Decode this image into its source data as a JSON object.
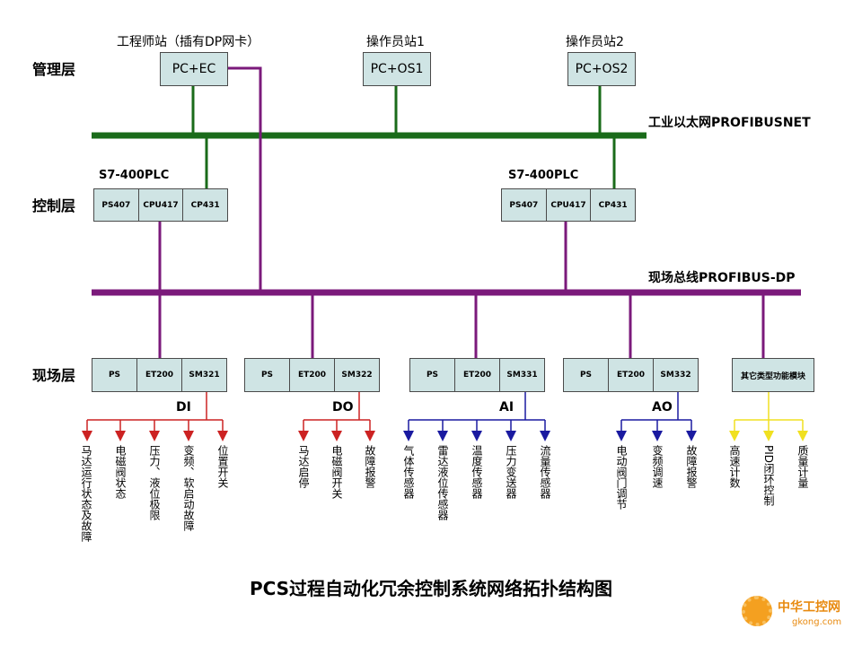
{
  "layers": {
    "mgmt": "管理层",
    "ctrl": "控制层",
    "field": "现场层"
  },
  "stations": [
    {
      "title": "工程师站（插有DP网卡）",
      "box": "PC+EC"
    },
    {
      "title": "操作员站1",
      "box": "PC+OS1"
    },
    {
      "title": "操作员站2",
      "box": "PC+OS2"
    }
  ],
  "networks": {
    "ethernet": "工业以太网PROFIBUSNET",
    "fieldbus": "现场总线PROFIBUS-DP"
  },
  "plcs": [
    {
      "title": "S7-400PLC",
      "modules": [
        "PS407",
        "CPU417",
        "CP431"
      ]
    },
    {
      "title": "S7-400PLC",
      "modules": [
        "PS407",
        "CPU417",
        "CP431"
      ]
    }
  ],
  "field_racks": [
    {
      "modules": [
        "PS",
        "ET200",
        "SM321"
      ],
      "group": "DI"
    },
    {
      "modules": [
        "PS",
        "ET200",
        "SM322"
      ],
      "group": "DO"
    },
    {
      "modules": [
        "PS",
        "ET200",
        "SM331"
      ],
      "group": "AI"
    },
    {
      "modules": [
        "PS",
        "ET200",
        "SM332"
      ],
      "group": "AO"
    },
    {
      "modules": [
        "其它类型功能模块"
      ],
      "group": ""
    }
  ],
  "signals": {
    "DI": [
      "马达运行状态及故障",
      "电磁阀状态",
      "压力、液位极限",
      "变频、软启动故障",
      "位置开关"
    ],
    "DO": [
      "马达启停",
      "电磁阀开关",
      "故障报警"
    ],
    "AI": [
      "气体传感器",
      "雷达液位传感器",
      "温度传感器",
      "压力变送器",
      "流量传感器"
    ],
    "AO": [
      "电动阀门调节",
      "变频调速",
      "故障报警"
    ],
    "OTHER": [
      "高速计数",
      "PID闭环控制",
      "质量计量"
    ]
  },
  "caption": "PCS过程自动化冗余控制系统网络拓扑结构图",
  "logo": {
    "brand": "中华工控网",
    "url": "gkong.com"
  },
  "colors": {
    "green": "#1a6b1a",
    "purple": "#7b1a7b",
    "red": "#cc2222",
    "blue": "#1a1aa0",
    "yellow": "#f0e020",
    "box": "#cfe4e4"
  }
}
